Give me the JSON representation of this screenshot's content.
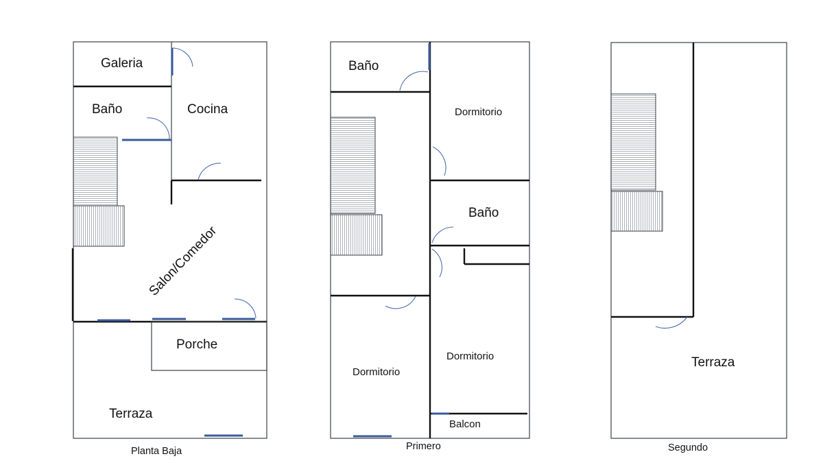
{
  "floors": [
    {
      "caption": "Planta Baja",
      "rooms": [
        "Galeria",
        "Baño",
        "Cocina",
        "Salon/Comedor",
        "Porche",
        "Terraza"
      ]
    },
    {
      "caption": "Primero",
      "rooms": [
        "Baño",
        "Dormitorio",
        "Baño",
        "Dormitorio",
        "Dormitorio",
        "Balcon"
      ]
    },
    {
      "caption": "Segundo",
      "rooms": [
        "Terraza"
      ]
    }
  ],
  "colors": {
    "wall": "#111111",
    "outline": "#3b3f46",
    "window": "#3a5a9b",
    "door_swing": "#4a6fb0"
  }
}
